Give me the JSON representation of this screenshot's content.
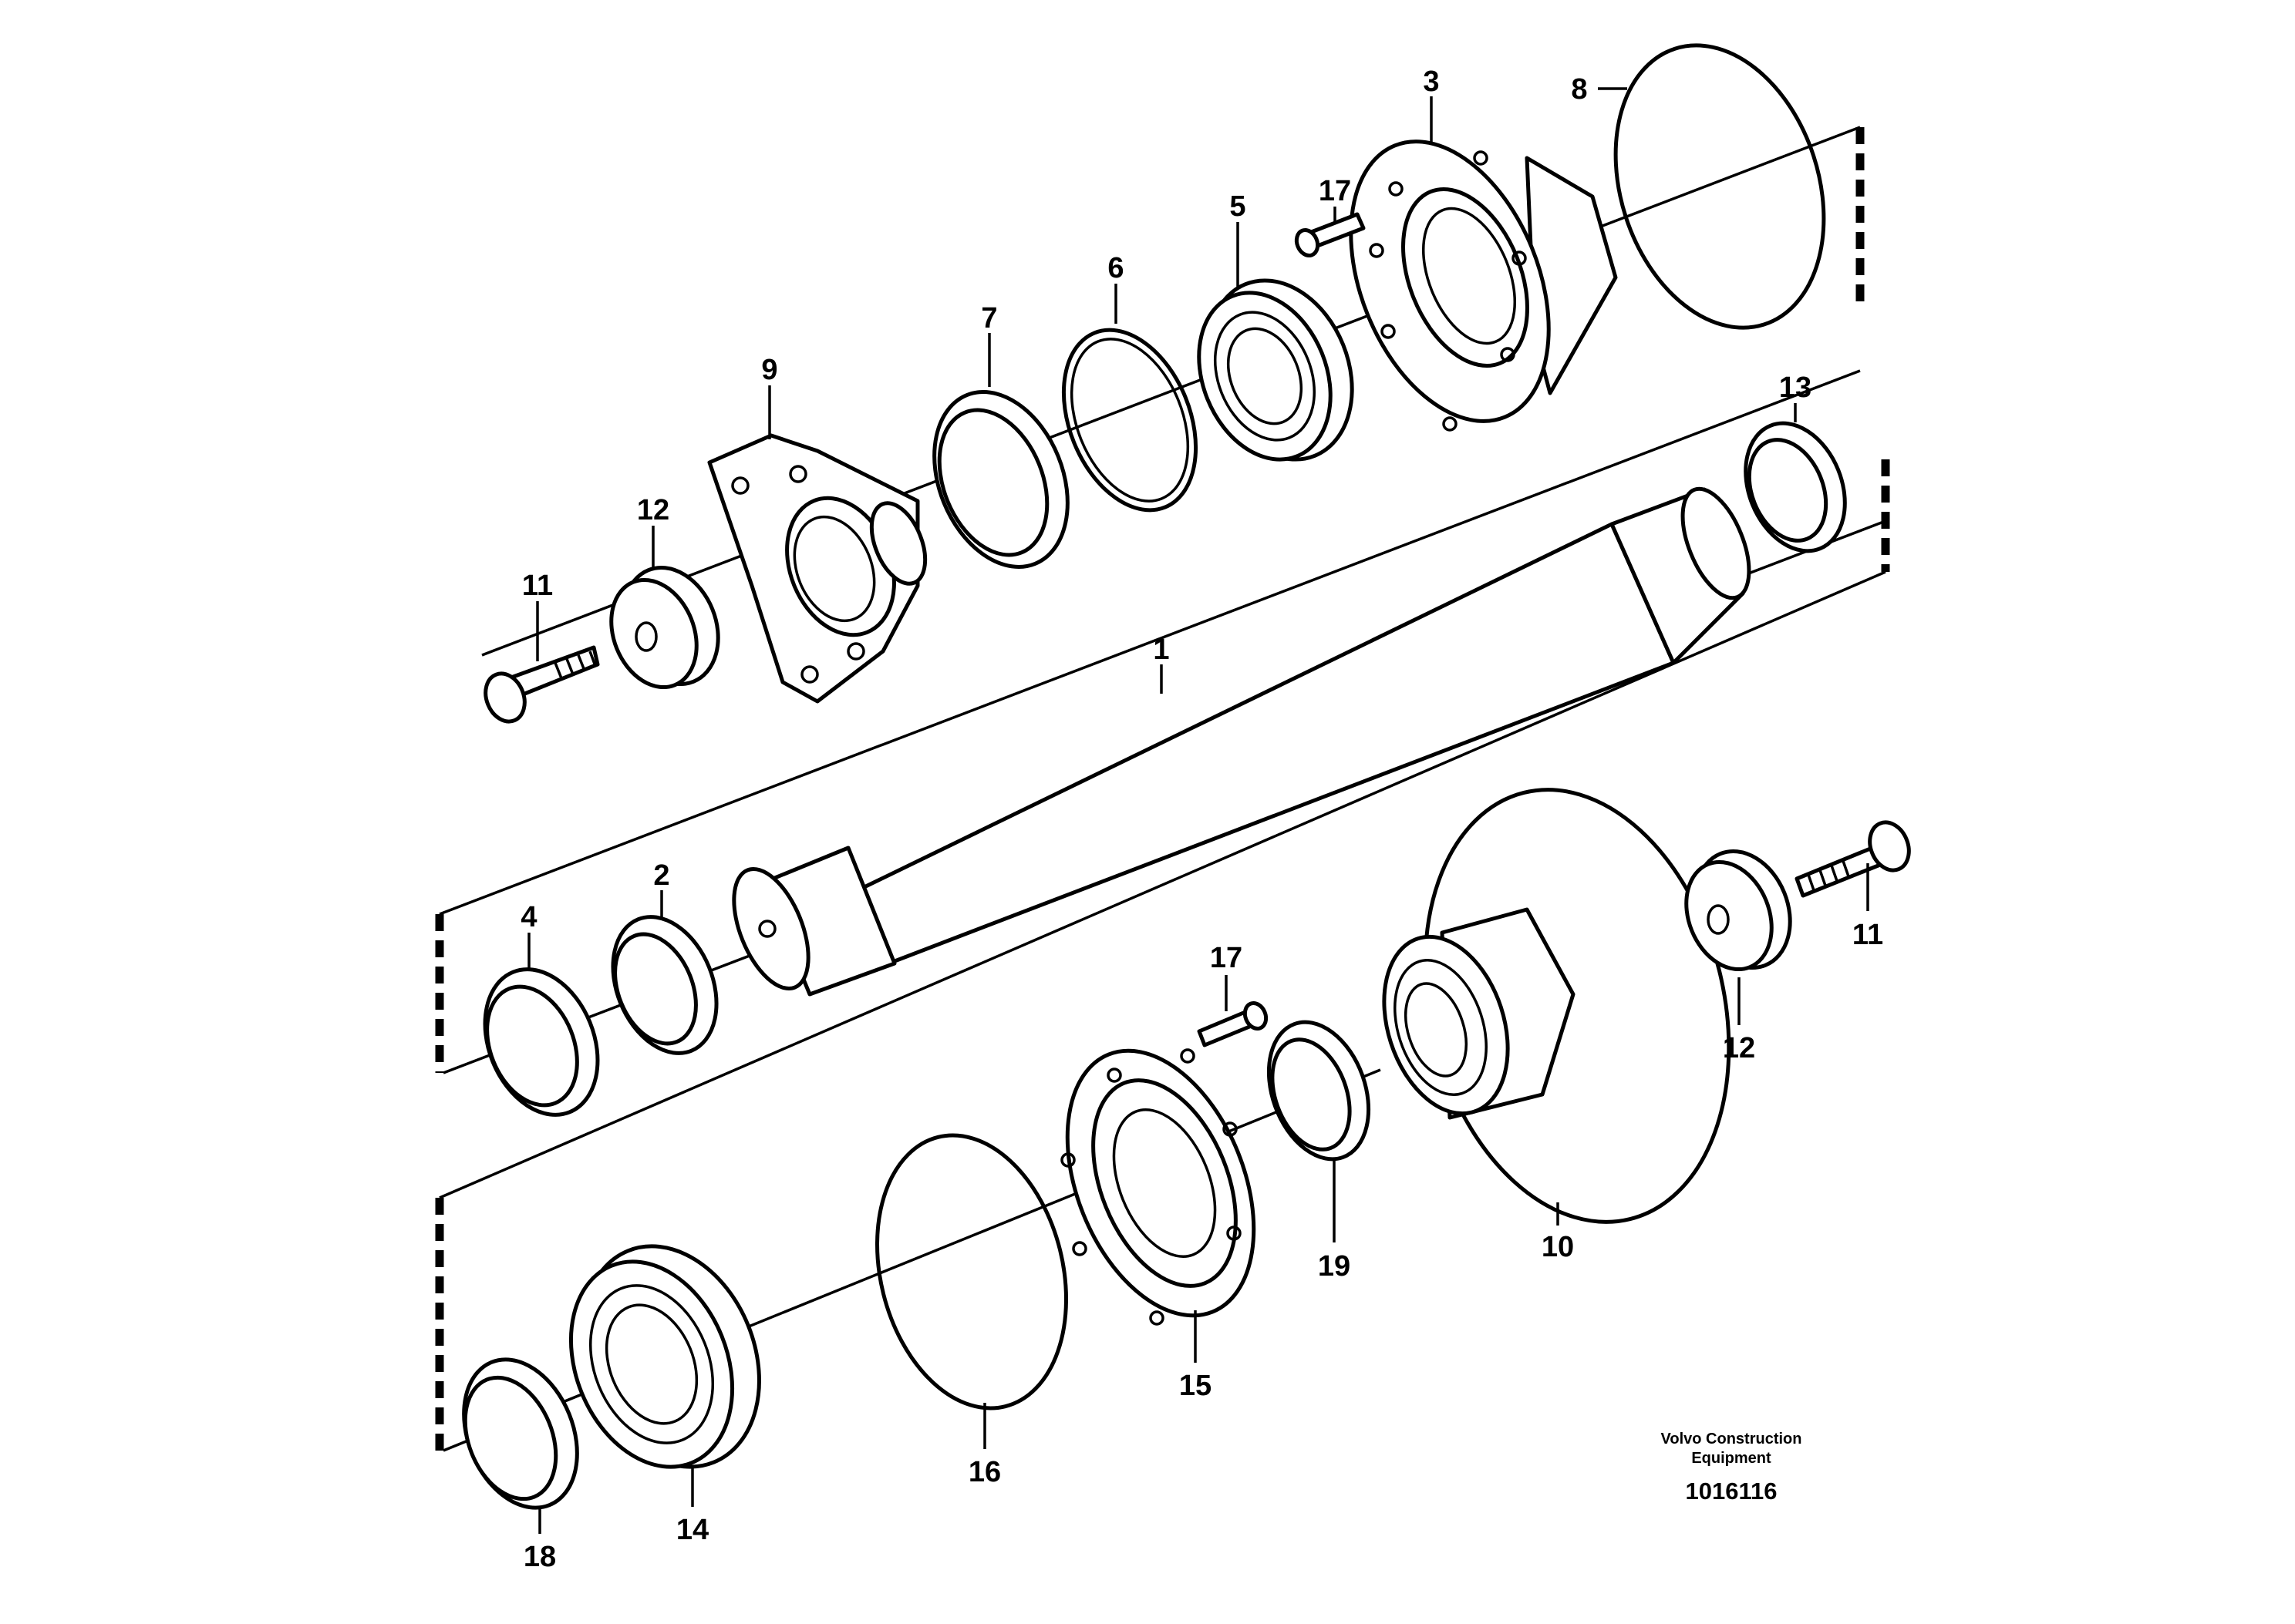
{
  "callouts": {
    "c1": "1",
    "c2": "2",
    "c3": "3",
    "c4": "4",
    "c5": "5",
    "c6": "6",
    "c7": "7",
    "c8": "8",
    "c9": "9",
    "c10": "10",
    "c11a": "11",
    "c11b": "11",
    "c12a": "12",
    "c12b": "12",
    "c13": "13",
    "c14": "14",
    "c15": "15",
    "c16": "16",
    "c17a": "17",
    "c17b": "17",
    "c18": "18",
    "c19": "19"
  },
  "caption": {
    "line1": "Volvo Construction",
    "line2": "Equipment",
    "drawing_number": "1016116"
  }
}
